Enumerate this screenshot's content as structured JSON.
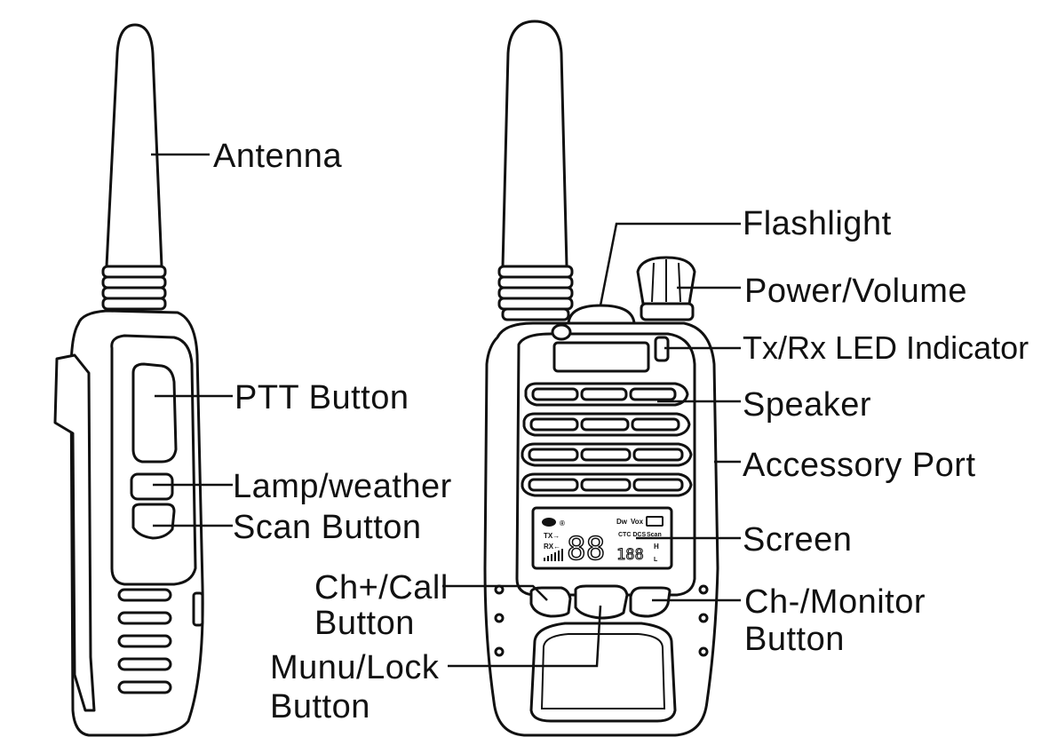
{
  "labels": {
    "antenna": "Antenna",
    "ptt_button": "PTT Button",
    "lamp_weather": "Lamp/weather",
    "scan_button": "Scan Button",
    "flashlight": "Flashlight",
    "power_volume": "Power/Volume",
    "tx_rx_led": "Tx/Rx LED Indicator",
    "speaker": "Speaker",
    "accessory_port": "Accessory Port",
    "screen": "Screen",
    "ch_plus_call_line1": "Ch+/Call",
    "ch_plus_call_line2": "Button",
    "ch_minus_monitor_line1": "Ch-/Monitor",
    "ch_minus_monitor_line2": "Button",
    "menu_lock_line1": "Munu/Lock",
    "menu_lock_line2": "Button"
  },
  "lcd": {
    "dw": "Dw",
    "vox": "Vox",
    "tx": "TX→",
    "rx": "RX←",
    "ctcss": "CTC DCS",
    "scan": "Scan",
    "big_digits": "88",
    "small_digits": "188",
    "h": "H",
    "l": "L"
  },
  "colors": {
    "ink": "#111111",
    "background": "#ffffff"
  }
}
